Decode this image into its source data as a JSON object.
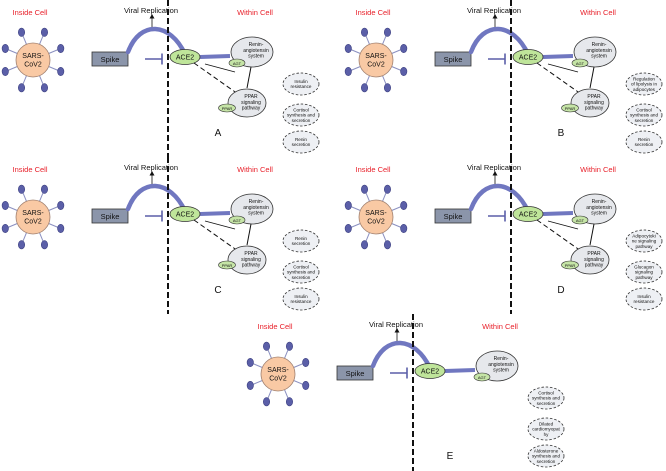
{
  "colors": {
    "inside_label": "#e8202a",
    "virus_fill": "#f9c9a4",
    "virus_stroke": "#a08070",
    "spike_node": "#5b5fa8",
    "spike_box": "#8b95aa",
    "arc": "#7077c0",
    "ace2": "#bfe59a",
    "pathway_fill": "#e6e8ec",
    "agt_fill": "#c5e4a6",
    "effect_fill": "#eef0f4"
  },
  "panels": [
    {
      "letter": "A",
      "inside_label": "Inside Cell",
      "within_label": "Within Cell",
      "virus_label": [
        "SARS-",
        "CoV2"
      ],
      "spike_label": "Spike",
      "replication_label": "Viral Replication",
      "ace2_label": "ACE2",
      "ras_label": [
        "Renin-",
        "angiotensin",
        "system"
      ],
      "agt_label": "AGT",
      "ppar_label": [
        "PPAR",
        "signaling",
        "pathway"
      ],
      "ppar_gene": "PPAR",
      "effects": [
        [
          "Insulin",
          "resistance"
        ],
        [
          "Cortisol",
          "synthesis and",
          "secretion"
        ],
        [
          "Renin",
          "secretion"
        ]
      ]
    },
    {
      "letter": "B",
      "inside_label": "Inside Cell",
      "within_label": "Within Cell",
      "virus_label": [
        "SARS-",
        "CoV2"
      ],
      "spike_label": "Spike",
      "replication_label": "Viral Replication",
      "ace2_label": "ACE2",
      "ras_label": [
        "Renin-",
        "angiotensin",
        "system"
      ],
      "agt_label": "AGT",
      "ppar_label": [
        "PPAR",
        "signaling",
        "pathway"
      ],
      "ppar_gene": "PPAR",
      "effects": [
        [
          "Regulation",
          "of lipolysis in",
          "adipocytes"
        ],
        [
          "Cortisol",
          "synthesis and",
          "secretion"
        ],
        [
          "Renin",
          "secretion"
        ]
      ]
    },
    {
      "letter": "C",
      "inside_label": "Inside Cell",
      "within_label": "Within Cell",
      "virus_label": [
        "SARS-",
        "CoV2"
      ],
      "spike_label": "Spike",
      "replication_label": "Viral Replication",
      "ace2_label": "ACE2",
      "ras_label": [
        "Renin-",
        "angiotensin",
        "system"
      ],
      "agt_label": "AGT",
      "ppar_label": [
        "PPAR",
        "signaling",
        "pathway"
      ],
      "ppar_gene": "PPAR",
      "effects": [
        [
          "Renin",
          "secretion"
        ],
        [
          "Cortisol",
          "synthesis and",
          "secretion"
        ],
        [
          "Insulin",
          "resistance"
        ]
      ]
    },
    {
      "letter": "D",
      "inside_label": "Inside Cell",
      "within_label": "Within Cell",
      "virus_label": [
        "SARS-",
        "CoV2"
      ],
      "spike_label": "Spike",
      "replication_label": "Viral Replication",
      "ace2_label": "ACE2",
      "ras_label": [
        "Renin-",
        "angiotensin",
        "system"
      ],
      "agt_label": "AGT",
      "ppar_label": [
        "PPAR",
        "signaling",
        "pathway"
      ],
      "ppar_gene": "PPAR",
      "effects": [
        [
          "Adipocytoki",
          "ne signaling",
          "pathway"
        ],
        [
          "Glucagon",
          "signaling",
          "pathway"
        ],
        [
          "Insulin",
          "resistance"
        ]
      ]
    },
    {
      "letter": "E",
      "inside_label": "Inside Cell",
      "within_label": "Within Cell",
      "virus_label": [
        "SARS-",
        "CoV2"
      ],
      "spike_label": "Spike",
      "replication_label": "Viral Replication",
      "ace2_label": "ACE2",
      "ras_label": [
        "Renin-",
        "angiotensin",
        "system"
      ],
      "agt_label": "AGT",
      "ppar_label": [],
      "ppar_gene": "",
      "effects": [
        [
          "Cortisol",
          "synthesis and",
          "secretion"
        ],
        [
          "Dilated",
          "cardiomyopat",
          "hy"
        ],
        [
          "Aldosterone",
          "synthesis and",
          "secretion"
        ]
      ]
    }
  ]
}
